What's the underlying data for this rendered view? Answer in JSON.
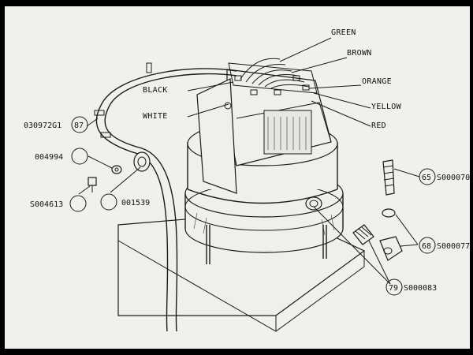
{
  "wire_labels": {
    "green": "GREEN",
    "brown": "BROWN",
    "orange": "ORANGE",
    "black": "BLACK",
    "white": "WHITE",
    "yellow": "YELLOW",
    "red": "RED"
  },
  "callouts": {
    "c87": {
      "num": "87",
      "part": "030972G1"
    },
    "c004994": {
      "num": "",
      "part": "004994"
    },
    "c004613": {
      "num": "",
      "part": "S004613"
    },
    "c001539": {
      "num": "",
      "part": "001539"
    },
    "c65": {
      "num": "65",
      "part": "S000070"
    },
    "c68": {
      "num": "68",
      "part": "S000077"
    },
    "c79": {
      "num": "79",
      "part": "S000083"
    }
  }
}
